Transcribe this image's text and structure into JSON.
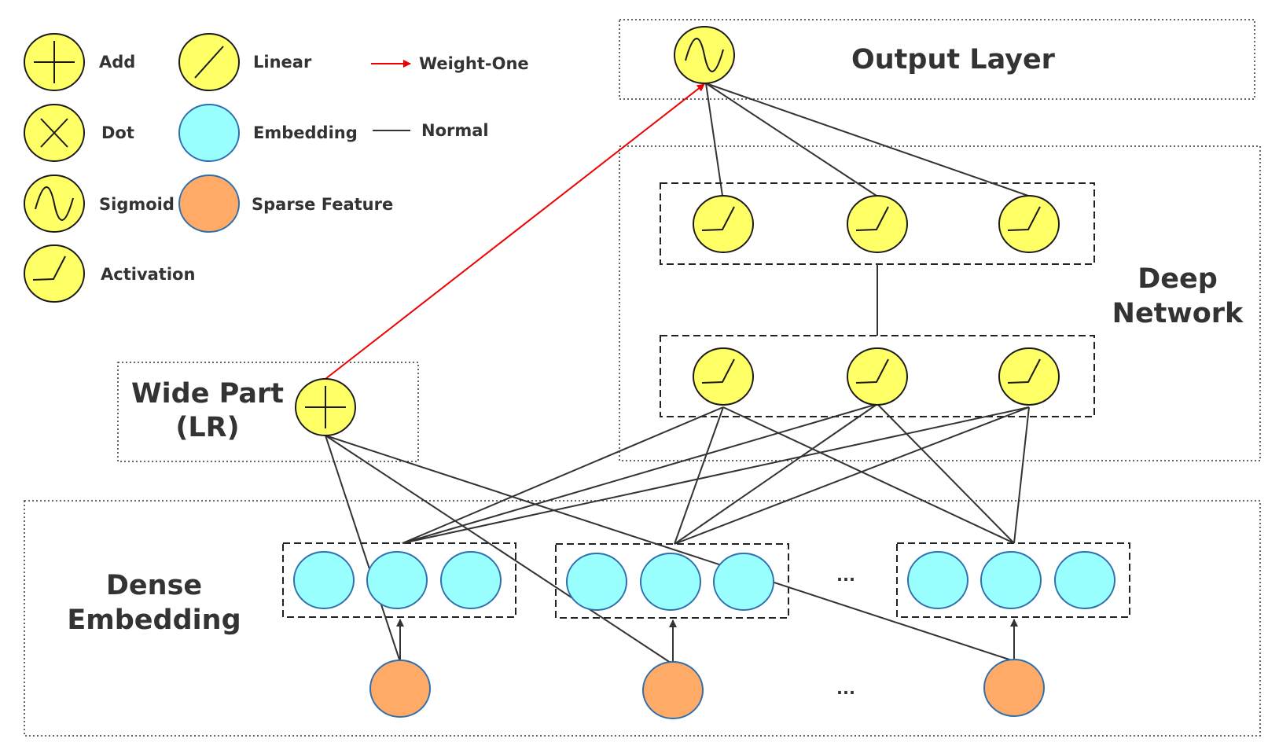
{
  "legend": {
    "add": "Add",
    "dot": "Dot",
    "sigmoid": "Sigmoid",
    "activation": "Activation",
    "linear": "Linear",
    "embedding": "Embedding",
    "sparse_feature": "Sparse Feature",
    "weight_one": "Weight-One",
    "normal": "Normal"
  },
  "sections": {
    "output_layer": "Output Layer",
    "deep_network_line1": "Deep",
    "deep_network_line2": "Network",
    "wide_part_line1": "Wide Part",
    "wide_part_line2": "(LR)",
    "dense_embedding_line1": "Dense",
    "dense_embedding_line2": "Embedding"
  },
  "ellipsis": "...",
  "colors": {
    "operator_fill": "#ffff66",
    "embedding_fill": "#99ffff",
    "sparse_feature_fill": "#ffaa66",
    "weight_one_edge": "#ee0000",
    "normal_edge": "#333333"
  }
}
